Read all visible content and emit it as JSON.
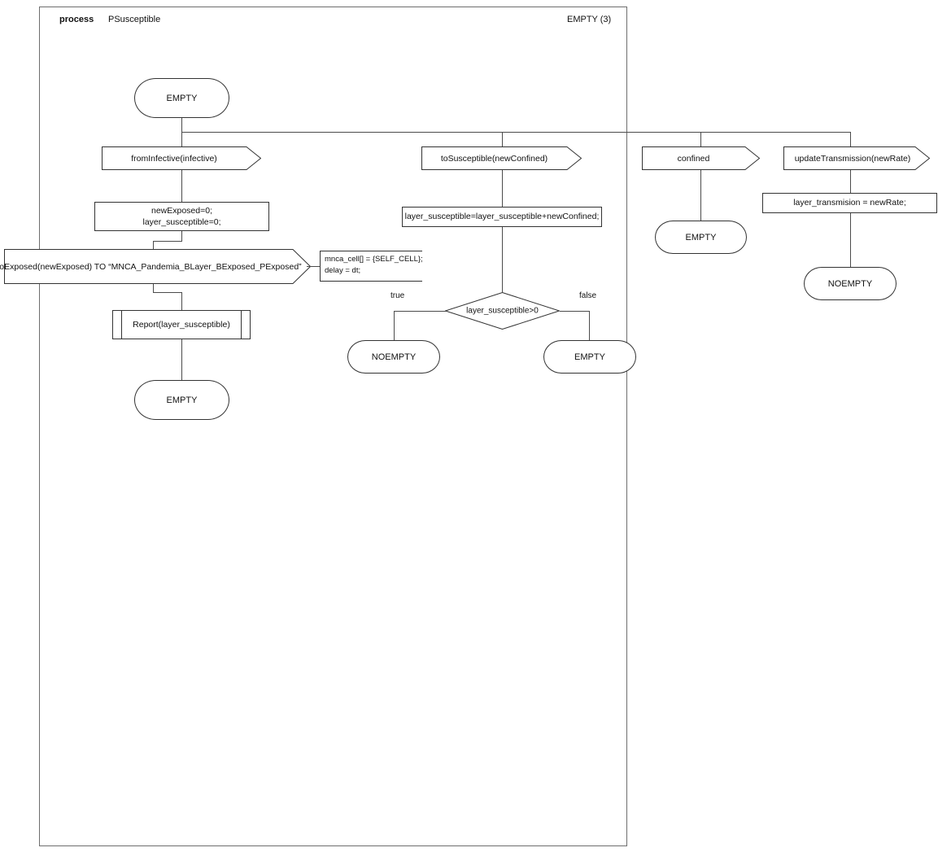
{
  "diagram": {
    "type": "sdl-process-diagram",
    "header": {
      "keyword": "process",
      "name": "PSusceptible",
      "state_ref": "EMPTY (3)"
    },
    "start_state": {
      "label": "EMPTY"
    },
    "branches": [
      {
        "id": "from-infective",
        "input": "fromInfective(infective)",
        "task": "newExposed=0;\nlayer_susceptible=0;",
        "task_line1": "newExposed=0;",
        "task_line2": "layer_susceptible=0;",
        "output": "toExposed(newExposed) TO “MNCA_Pandemia_BLayer_BExposed_PExposed”",
        "comment_line1": "mnca_cell[] = {SELF_CELL};",
        "comment_line2": "delay = dt;",
        "procedure_call": "Report(layer_susceptible)",
        "next_state": "EMPTY"
      },
      {
        "id": "to-susceptible",
        "input": "toSusceptible(newConfined)",
        "task": "layer_susceptible=layer_susceptible+newConfined;",
        "decision": "layer_susceptible>0",
        "branch_true_label": "true",
        "branch_false_label": "false",
        "state_true": "NOEMPTY",
        "state_false": "EMPTY"
      },
      {
        "id": "confined",
        "input": "confined",
        "next_state": "EMPTY"
      },
      {
        "id": "update-transmission",
        "input": "updateTransmission(newRate)",
        "task": "layer_transmision = newRate;",
        "next_state": "NOEMPTY"
      }
    ],
    "colors": {
      "stroke": "#333333",
      "frame_stroke": "#6e6e6e",
      "connector": "#4b4b4b",
      "text": "#111111",
      "background": "#ffffff"
    }
  }
}
